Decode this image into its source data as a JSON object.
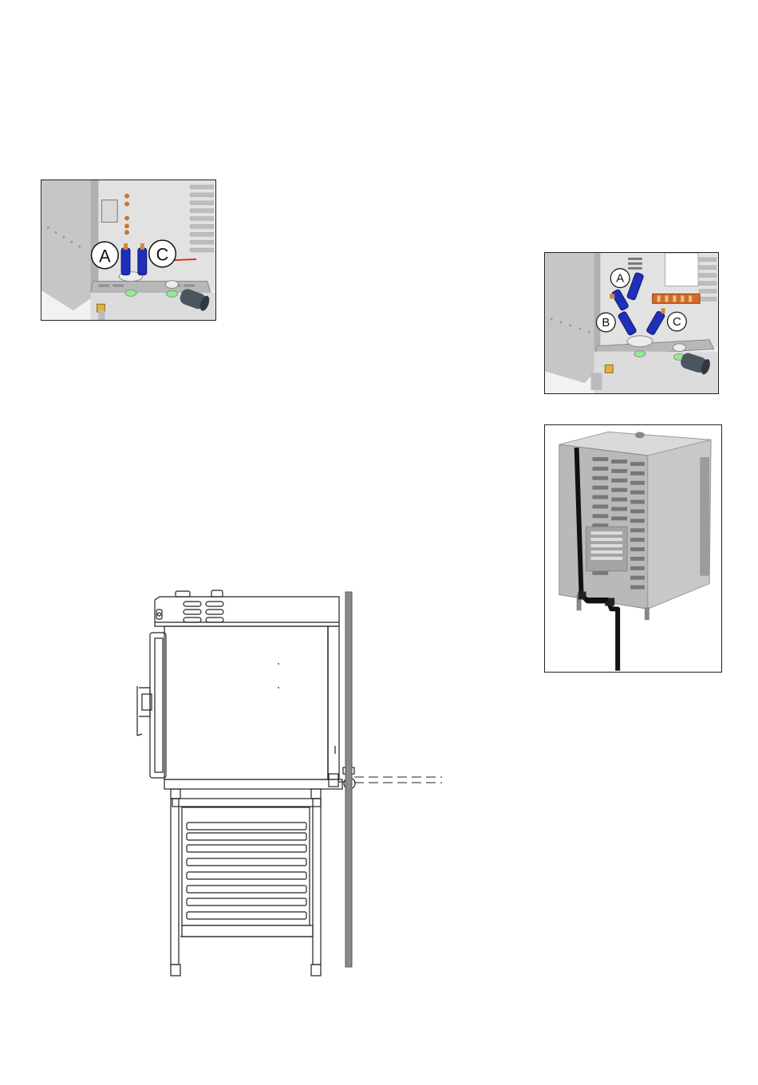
{
  "figures": {
    "photo_left": {
      "labels": [
        "A",
        "C"
      ]
    },
    "photo_right_top": {
      "labels": [
        "A",
        "B",
        "C"
      ]
    },
    "photo_right_bottom": {},
    "side_view_drawing": {}
  },
  "colors": {
    "hose_blue": "#1e2fb8",
    "steel": "#c9c9c9",
    "steel_dark": "#9a9a9a",
    "frame_border": "#222222",
    "red_wire": "#d43a1a",
    "brass": "#d08a3a",
    "drain_black": "#111111",
    "wall_gray": "#8a8a8a"
  }
}
